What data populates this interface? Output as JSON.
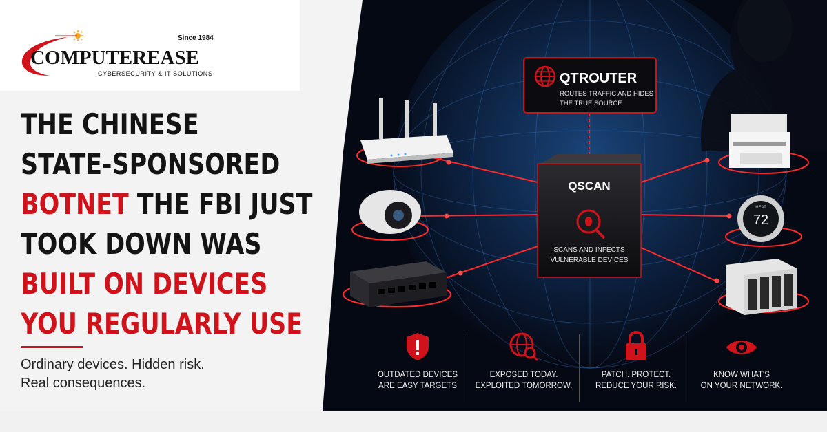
{
  "brand": {
    "since": "Since 1984",
    "name": "COMPUTEREASE",
    "tagline": "CYBERSECURITY & IT SOLUTIONS"
  },
  "headline": [
    {
      "text": "THE CHINESE",
      "color": "dark"
    },
    {
      "text": "STATE-SPONSORED",
      "color": "dark"
    },
    {
      "parts": [
        {
          "text": "BOTNET",
          "color": "red"
        },
        {
          "text": " THE FBI JUST",
          "color": "dark"
        }
      ]
    },
    {
      "text": "TOOK DOWN WAS",
      "color": "dark"
    },
    {
      "text": "BUILT ON DEVICES",
      "color": "red"
    },
    {
      "text": "YOU REGULARLY USE",
      "color": "red"
    }
  ],
  "subheadline": [
    "Ordinary devices. Hidden risk.",
    "Real consequences."
  ],
  "diagram": {
    "qtrouter": {
      "title": "QTROUTER",
      "description": [
        "ROUTES TRAFFIC AND HIDES",
        "THE TRUE SOURCE"
      ]
    },
    "qscan": {
      "title": "QSCAN",
      "description": [
        "SCANS AND INFECTS",
        "VULNERABLE DEVICES"
      ]
    },
    "thermostat_reading": "72",
    "thermostat_small": "HEAT"
  },
  "footer_items": [
    {
      "icon": "shield-alert-icon",
      "lines": [
        "OUTDATED DEVICES",
        "ARE EASY TARGETS"
      ]
    },
    {
      "icon": "globe-search-icon",
      "lines": [
        "EXPOSED TODAY.",
        "EXPLOITED TOMORROW."
      ]
    },
    {
      "icon": "padlock-icon",
      "lines": [
        "PATCH. PROTECT.",
        "REDUCE YOUR RISK."
      ]
    },
    {
      "icon": "eye-icon",
      "lines": [
        "KNOW WHAT'S",
        "ON YOUR NETWORK."
      ]
    }
  ],
  "colors": {
    "accent": "#d0121b",
    "dark": "#141414",
    "panel": "#050914"
  }
}
